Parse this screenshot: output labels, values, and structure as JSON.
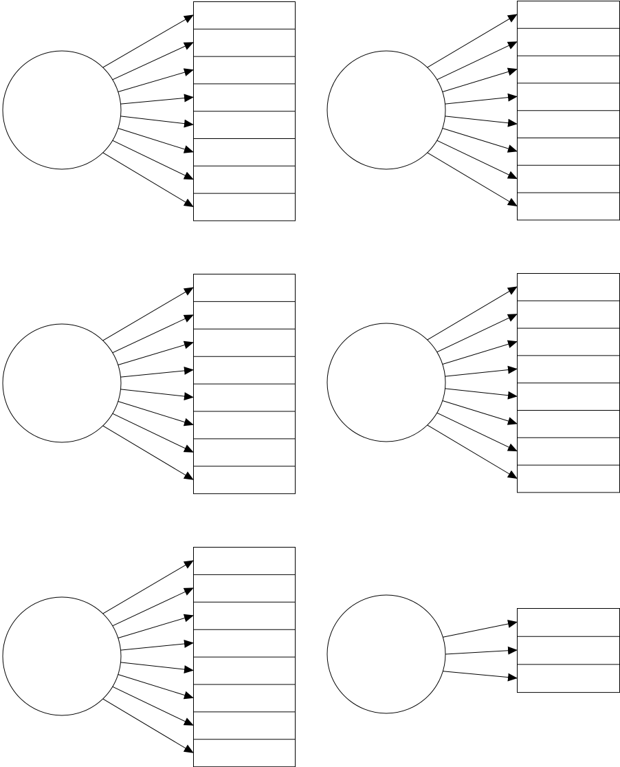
{
  "colors": {
    "background": "#ffffff",
    "stroke": "#000000",
    "arrowhead": "#000000"
  },
  "diagrams": [
    {
      "label": "",
      "slot_count": 8
    },
    {
      "label": "",
      "slot_count": 8
    },
    {
      "label": "",
      "slot_count": 8
    },
    {
      "label": "",
      "slot_count": 8
    },
    {
      "label": "",
      "slot_count": 8
    },
    {
      "label": "",
      "slot_count": 3
    }
  ]
}
